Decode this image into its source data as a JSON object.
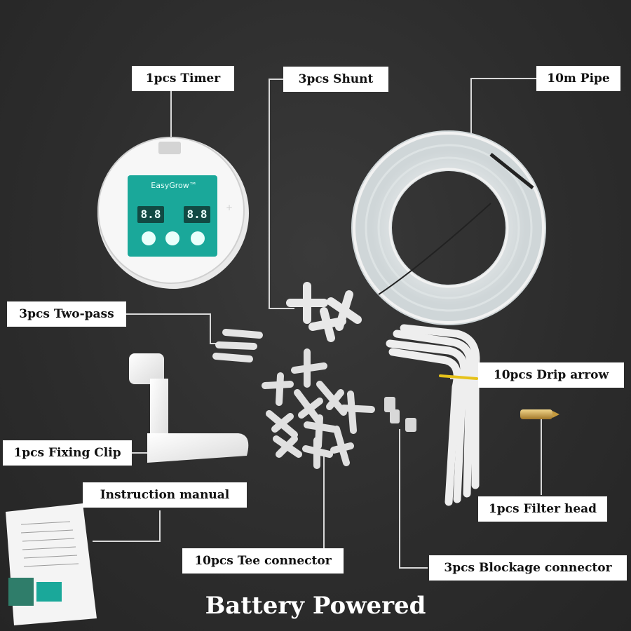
{
  "labels": {
    "timer": "1pcs Timer",
    "shunt": "3pcs Shunt",
    "pipe": "10m Pipe",
    "two_pass": "3pcs Two-pass",
    "drip_arrow": "10pcs Drip arrow",
    "fixing_clip": "1pcs Fixing Clip",
    "instruction_manual": "Instruction manual",
    "filter_head": "1pcs Filter head",
    "tee_connector": "10pcs Tee connector",
    "blockage_connector": "3pcs Blockage connector"
  },
  "timer_device": {
    "brand": "EasyGrow™",
    "display_left": "8.8",
    "display_right": "8.8"
  },
  "caption": "Battery Powered",
  "colors": {
    "background": "#2e2e2e",
    "label_bg": "#ffffff",
    "timer_panel": "#1aa89a",
    "leader_line": "#d8d8d8",
    "caption_text": "#ffffff"
  }
}
